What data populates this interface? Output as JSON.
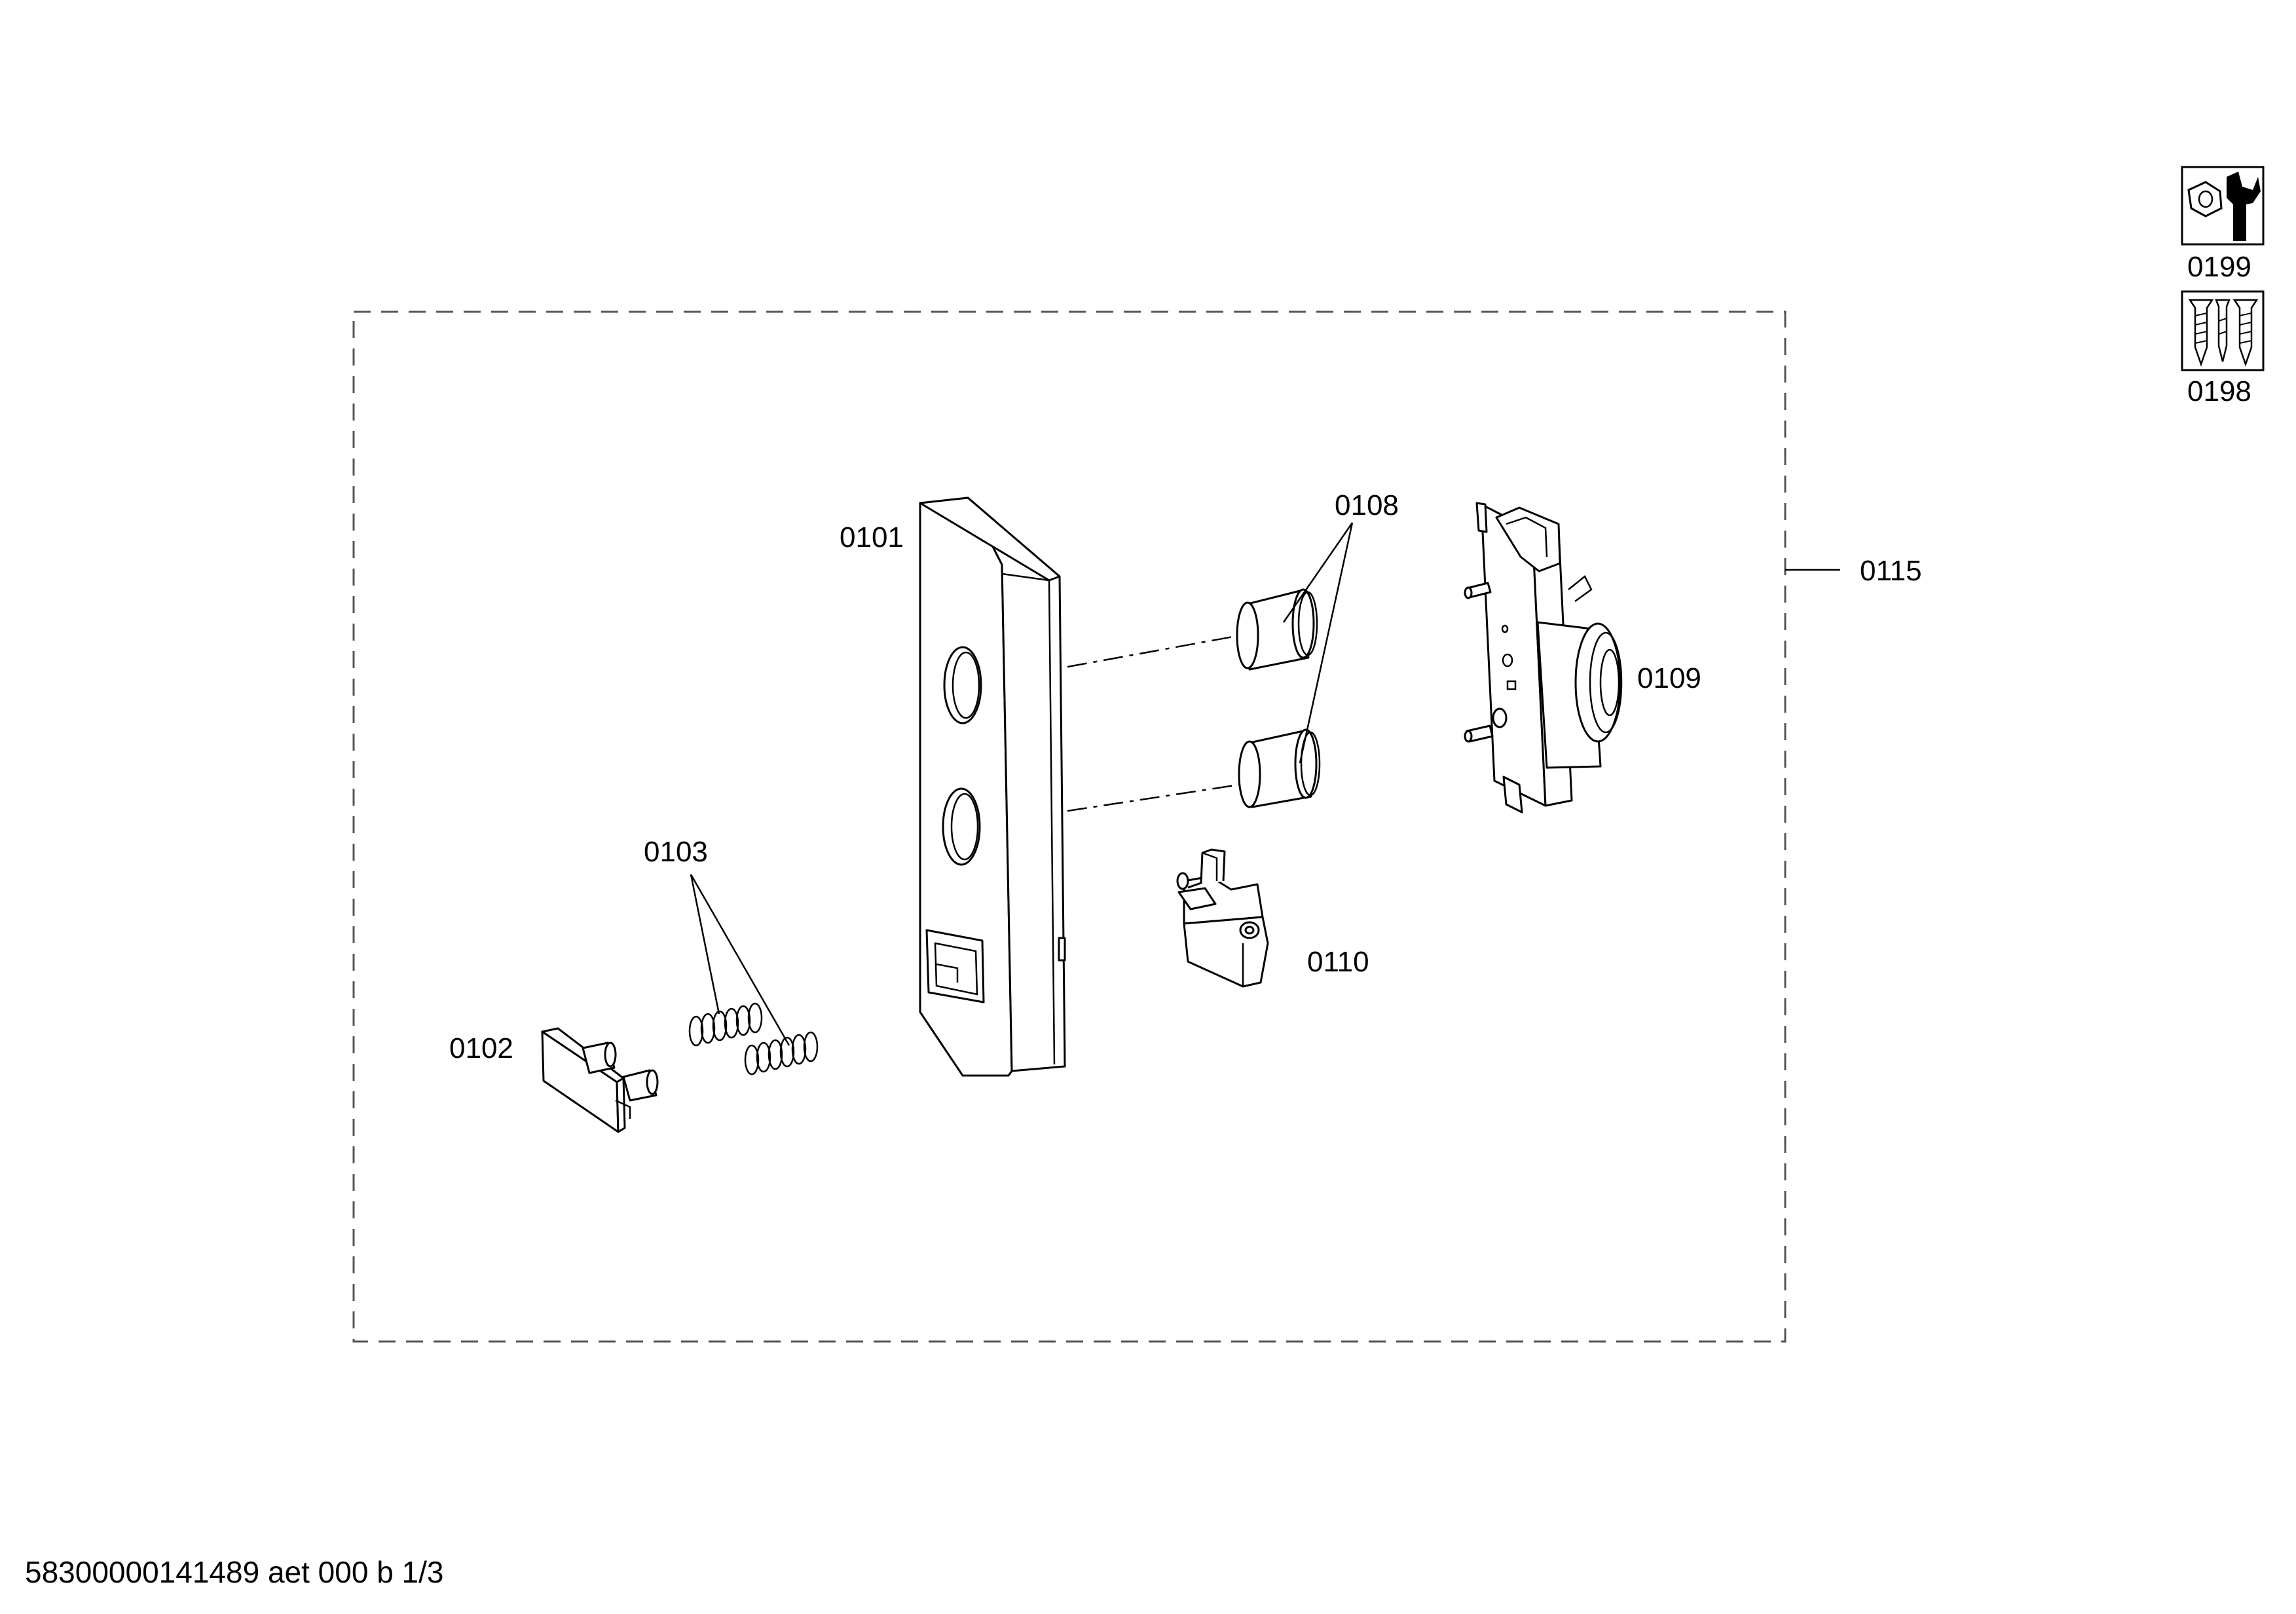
{
  "diagram": {
    "labels": {
      "p0101": "0101",
      "p0102": "0102",
      "p0103": "0103",
      "p0108": "0108",
      "p0109": "0109",
      "p0110": "0110",
      "p0115": "0115",
      "p0198": "0198",
      "p0199": "0199"
    },
    "footer": "58300000141489 aet 000 b 1/3"
  }
}
